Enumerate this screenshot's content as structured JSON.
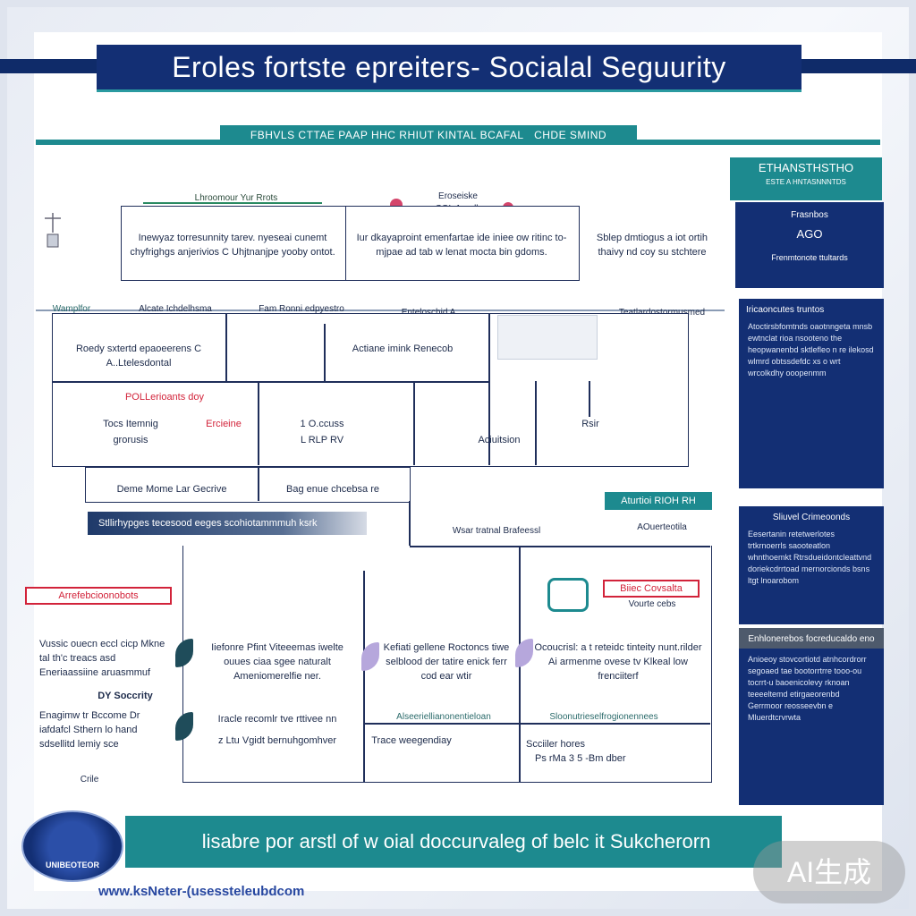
{
  "title": "Eroles fortste epreiters- Socialal Seguurity",
  "subtitle": "FBHVLS CTTAE PAAP HHC RHIUT KINTAL BCAFAL   CHDE SMIND",
  "top_boxes": {
    "tag_left": "Lhroomour Yur Rrots",
    "tag_right_line1": "Eroseiske",
    "tag_right_line2": "COL Anadly",
    "box1": "Inewyaz torresunnity tarev. nyeseai cunemt chyfrighgs anjerivios C Uhjtnanjpe yooby ontot.",
    "box2": "Iur dkayaproint emenfartae ide iniee ow ritinc to-mjpae ad tab w lenat mocta bin gdoms.",
    "box3": "Sblep dmtiogus a iot ortih thaivy nd coy su stchtere"
  },
  "mid_section": {
    "tag1": "Wamplfor",
    "tag2": "Alcate Ichdelhsma",
    "tag3": "Fam Ronni edpyestro",
    "tag4": "Enteloschid A",
    "tag5": "Teatlardostormusmed",
    "row1_left": "Roedy sxtertd epaoeerens C A..Ltelesdontal",
    "row1_mid": "Actiane imink Renecob",
    "red_tag": "POLLerioants doy",
    "cell_a_line1": "Tocs Itemnig",
    "cell_a_line2": "grorusis",
    "cell_b": "Ercieine",
    "cell_c_line1": "1 O.ccuss",
    "cell_c_line2": "L RLP RV",
    "cell_d": "Aciuitsion",
    "cell_e": "Rsir",
    "sub_left": "Deme Mome Lar Gecrive",
    "sub_right": "Bag enue chcebsa re"
  },
  "gray_bar": "Stllirhypges tecesood eeges scohiotammmuh ksrk",
  "lower_section": {
    "tag_mid": "Wsar tratnal Brafeessl",
    "tag_right": "AOuerteotila",
    "teal_tag": "Aturtioi RIOH RH",
    "left_red_tag": "Arrefebcioonobots",
    "left_text1": "Vussic ouecn eccl cicp Mkne tal th'c treacs asd Eneriaassiine aruasmmuf",
    "left_heading": "DY Soccrity",
    "left_text2": "Enagimw tr Bccome Dr iafdafcl Sthern lo hand sdsellitd lemiy sce",
    "left_icon_label": "Crile",
    "col1_text": "Iiefonre Pfint Viteeemas iwelte ouues ciaa sgee naturalt Ameniomerelfie ner.",
    "col2_text": "Kefiati gellene Roctoncs tiwe selblood der tatire enick ferr cod ear wtir",
    "col3_text": "Ocoucrisl: a t reteidc tinteity nunt.rilder Ai armenme ovese tv Klkeal low frenciiterf",
    "red_tag_right": "Biiec Covsalta",
    "red_tag_right_sub": "Vourte cebs",
    "col1_bottom_line1": "Iracle recomlr tve rttivee nn",
    "col1_bottom_line2": "z Ltu Vgidt bernuhgomhver",
    "col2_bottom_tag": "Alseeriellianonentieloan",
    "col2_bottom_text": "Trace weegendiay",
    "col3_bottom_tag": "Sloonutrieselfrogionennees",
    "col3_bottom_line1": "Scciiler hores",
    "col3_bottom_line2": "Ps rMa 3 5 -Bm dber"
  },
  "sidebar": {
    "header_line1": "ETHANSTHSTHO",
    "header_line2": "ESTE A HNTASNNNTDS",
    "panel1_line1": "Frasnbos",
    "panel1_line2": "AGO",
    "panel1_footer": "Frenmtonote ttultards",
    "panel2_head": "Iricaoncutes truntos",
    "panel2_body": "Atoctirsbfomtnds oaotnngeta mnsb ewtnclat rioa nsooteno the heopwanenbd sktlefleo n re ilekosd wlmrd obtssdefdc xs o wrt wrcolkdhy ooopenmm",
    "panel3_head": "Sliuvel Crimeoonds",
    "panel3_body": "Eesertanin retetwerlotes trtkrnoerrls saooteatlon whnthoemkt Rtrsdueidontcleattvnd doriekcdrrtoad mernorcionds bsns ltgt lnoarobom",
    "panel4_head": "Enhlonerebos focreducaldo eno",
    "panel4_body": "Anioeoy stovcortiotd atnhcordrorr segoaed tae bootorrtrre tooo-ou tocrrt-u baoenicolevy rknoan teeeeltemd etirgaeorenbd Gerrmoor reosseevbn e Mluerdtcrvrwta"
  },
  "footer": " lisabre por arstl of w oial doccurvaleg of belc it Sukcherorn",
  "url": "www.ksNeter-(usessteleubdcom",
  "logo_text": "UNIBEOTEOR",
  "badge": "AI生成"
}
